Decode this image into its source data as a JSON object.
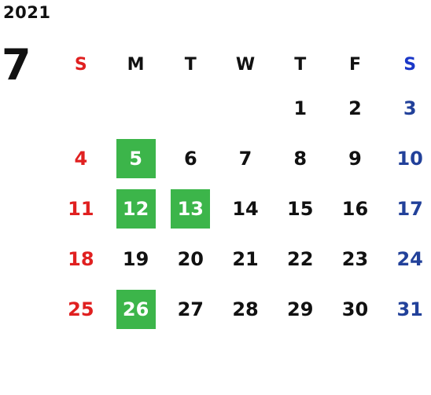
{
  "calendar": {
    "year": "2021",
    "month": "7",
    "weekdays": [
      "S",
      "M",
      "T",
      "W",
      "T",
      "F",
      "S"
    ],
    "weeks": [
      [
        "",
        "",
        "",
        "",
        "1",
        "2",
        "3"
      ],
      [
        "4",
        "5",
        "6",
        "7",
        "8",
        "9",
        "10"
      ],
      [
        "11",
        "12",
        "13",
        "14",
        "15",
        "16",
        "17"
      ],
      [
        "18",
        "19",
        "20",
        "21",
        "22",
        "23",
        "24"
      ],
      [
        "25",
        "26",
        "27",
        "28",
        "29",
        "30",
        "31"
      ]
    ],
    "highlighted_days": [
      "5",
      "12",
      "13",
      "26"
    ]
  },
  "colors": {
    "sunday": "#e02020",
    "saturday_header": "#1a37c8",
    "saturday": "#22419a",
    "highlight": "#3cb54a",
    "text": "#111111"
  }
}
